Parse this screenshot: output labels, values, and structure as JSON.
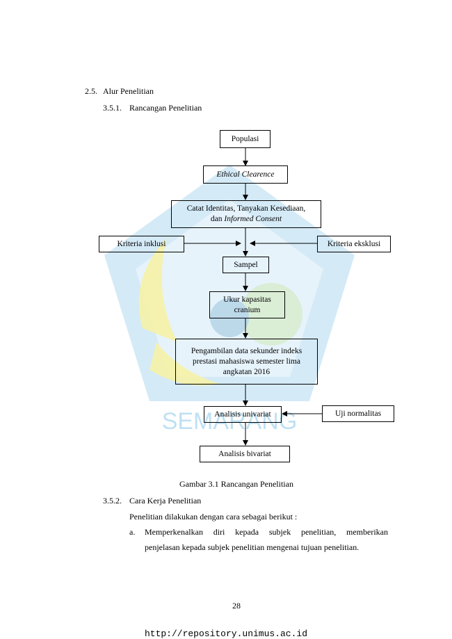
{
  "section": {
    "number": "2.5.",
    "title": "Alur Penelitian"
  },
  "subsection1": {
    "number": "3.5.1.",
    "title": "Rancangan Penelitian"
  },
  "diagram": {
    "populasi": "Populasi",
    "ethical": "Ethical Clearence",
    "catat_line1": "Catat Identitas, Tanyakan Kesediaan,",
    "catat_line2_pre": "dan ",
    "catat_line2_italic": "Informed Consent",
    "inklusi": "Kriteria inklusi",
    "eksklusi": "Kriteria eksklusi",
    "sampel": "Sampel",
    "ukur_line1": "Ukur kapasitas",
    "ukur_line2": "cranium",
    "pengambilan_line1": "Pengambilan data sekunder indeks",
    "pengambilan_line2": "prestasi mahasiswa semester lima",
    "pengambilan_line3": "angkatan 2016",
    "univariat": "Analisis univariat",
    "normalitas": "Uji normalitas",
    "bivariat": "Analisis bivariat"
  },
  "caption": "Gambar 3.1 Rancangan Penelitian",
  "subsection2": {
    "number": "3.5.2.",
    "title": "Cara Kerja Penelitian"
  },
  "intro": "Penelitian dilakukan dengan cara sebagai berikut :",
  "item_a": {
    "marker": "a.",
    "line1": "Memperkenalkan diri kepada subjek penelitian, memberikan",
    "line2": "penjelasan kepada subjek penelitian mengenai tujuan penelitian."
  },
  "page_number": "28",
  "footer_url": "http://repository.unimus.ac.id",
  "colors": {
    "watermark_blue": "#b9ddf2",
    "watermark_yellow": "#f3ef8a",
    "watermark_green": "#cfe9c0"
  }
}
